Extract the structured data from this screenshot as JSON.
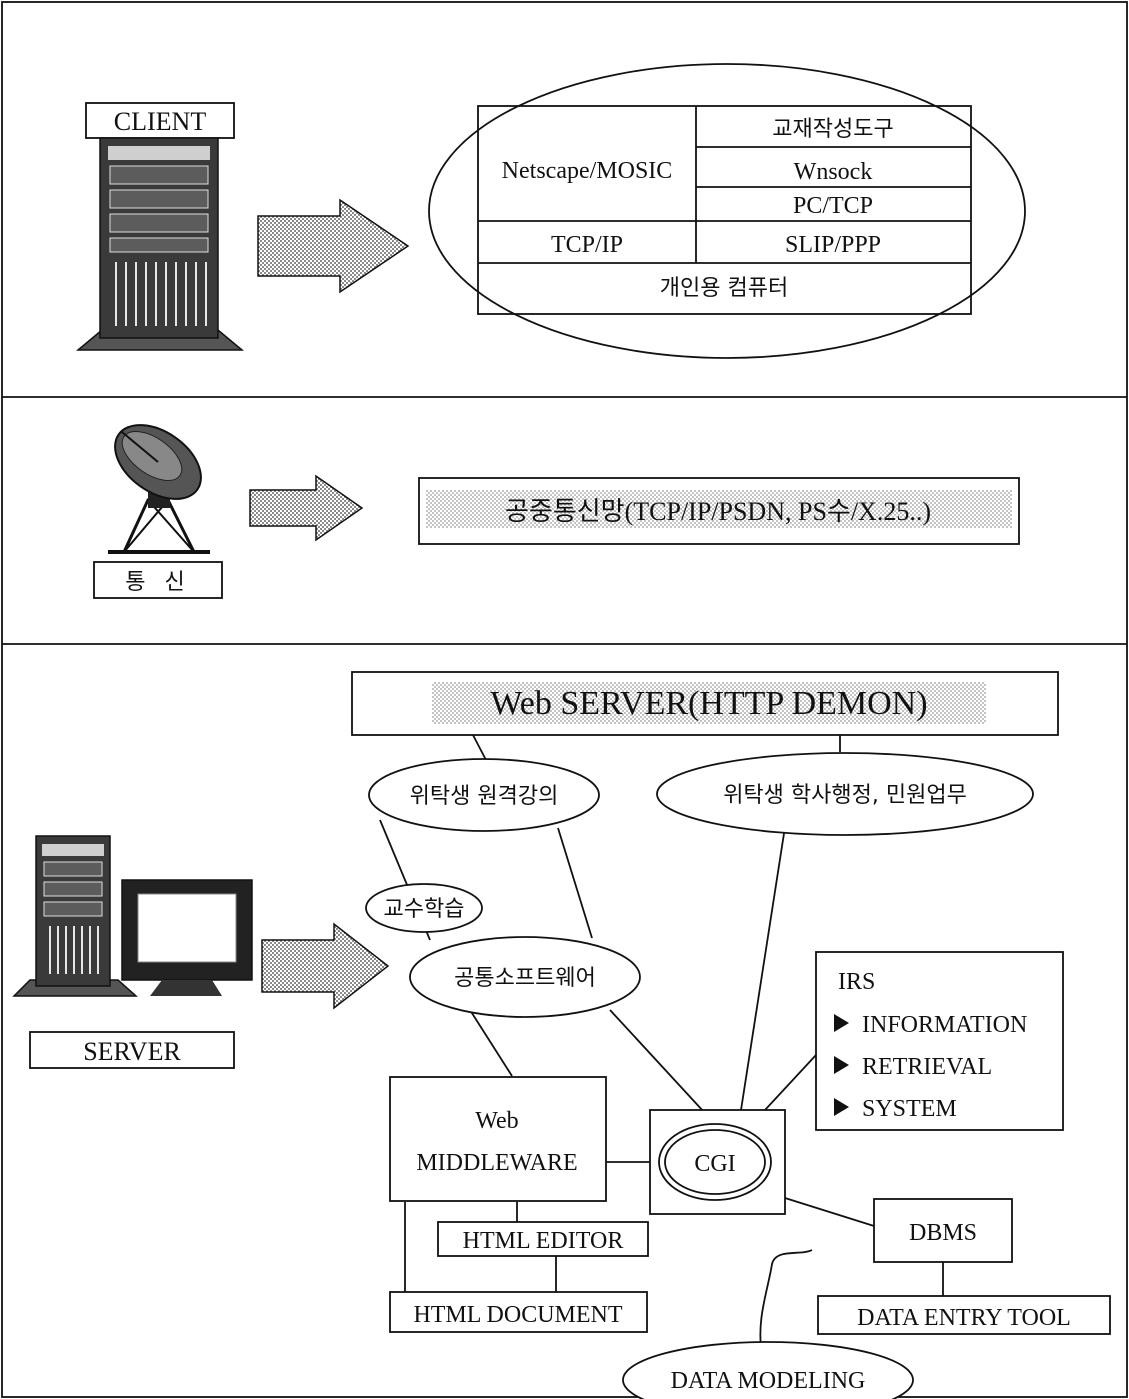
{
  "client": {
    "label": "CLIENT",
    "stack": {
      "browser": "Netscape/MOSIC",
      "authoring_tool": "교재작성도구",
      "winsock": "Wnsock",
      "pc_tcp": "PC/TCP",
      "tcpip": "TCP/IP",
      "slip_ppp": "SLIP/PPP",
      "personal_computer": "개인용 컴퓨터"
    }
  },
  "communication": {
    "label": "통  신",
    "network": "공중통신망(TCP/IP/PSDN, PS수/X.25..)"
  },
  "server": {
    "label": "SERVER",
    "web_server": "Web SERVER(HTTP DEMON)",
    "remote_lecture": "위탁생 원격강의",
    "academic_admin": "위탁생 학사행정, 민원업무",
    "teaching": "교수학습",
    "common_software": "공통소프트웨어",
    "middleware_line1": "Web",
    "middleware_line2": "MIDDLEWARE",
    "cgi": "CGI",
    "irs": {
      "title": "IRS",
      "items": [
        "INFORMATION",
        "RETRIEVAL",
        "SYSTEM"
      ]
    },
    "html_editor": "HTML EDITOR",
    "html_document": "HTML DOCUMENT",
    "dbms": "DBMS",
    "data_entry_tool": "DATA ENTRY TOOL",
    "data_modeling": "DATA MODELING"
  },
  "colors": {
    "line": "#111111",
    "arrow_fill": "#b8b8b8",
    "shade": "#cfcfcf"
  }
}
